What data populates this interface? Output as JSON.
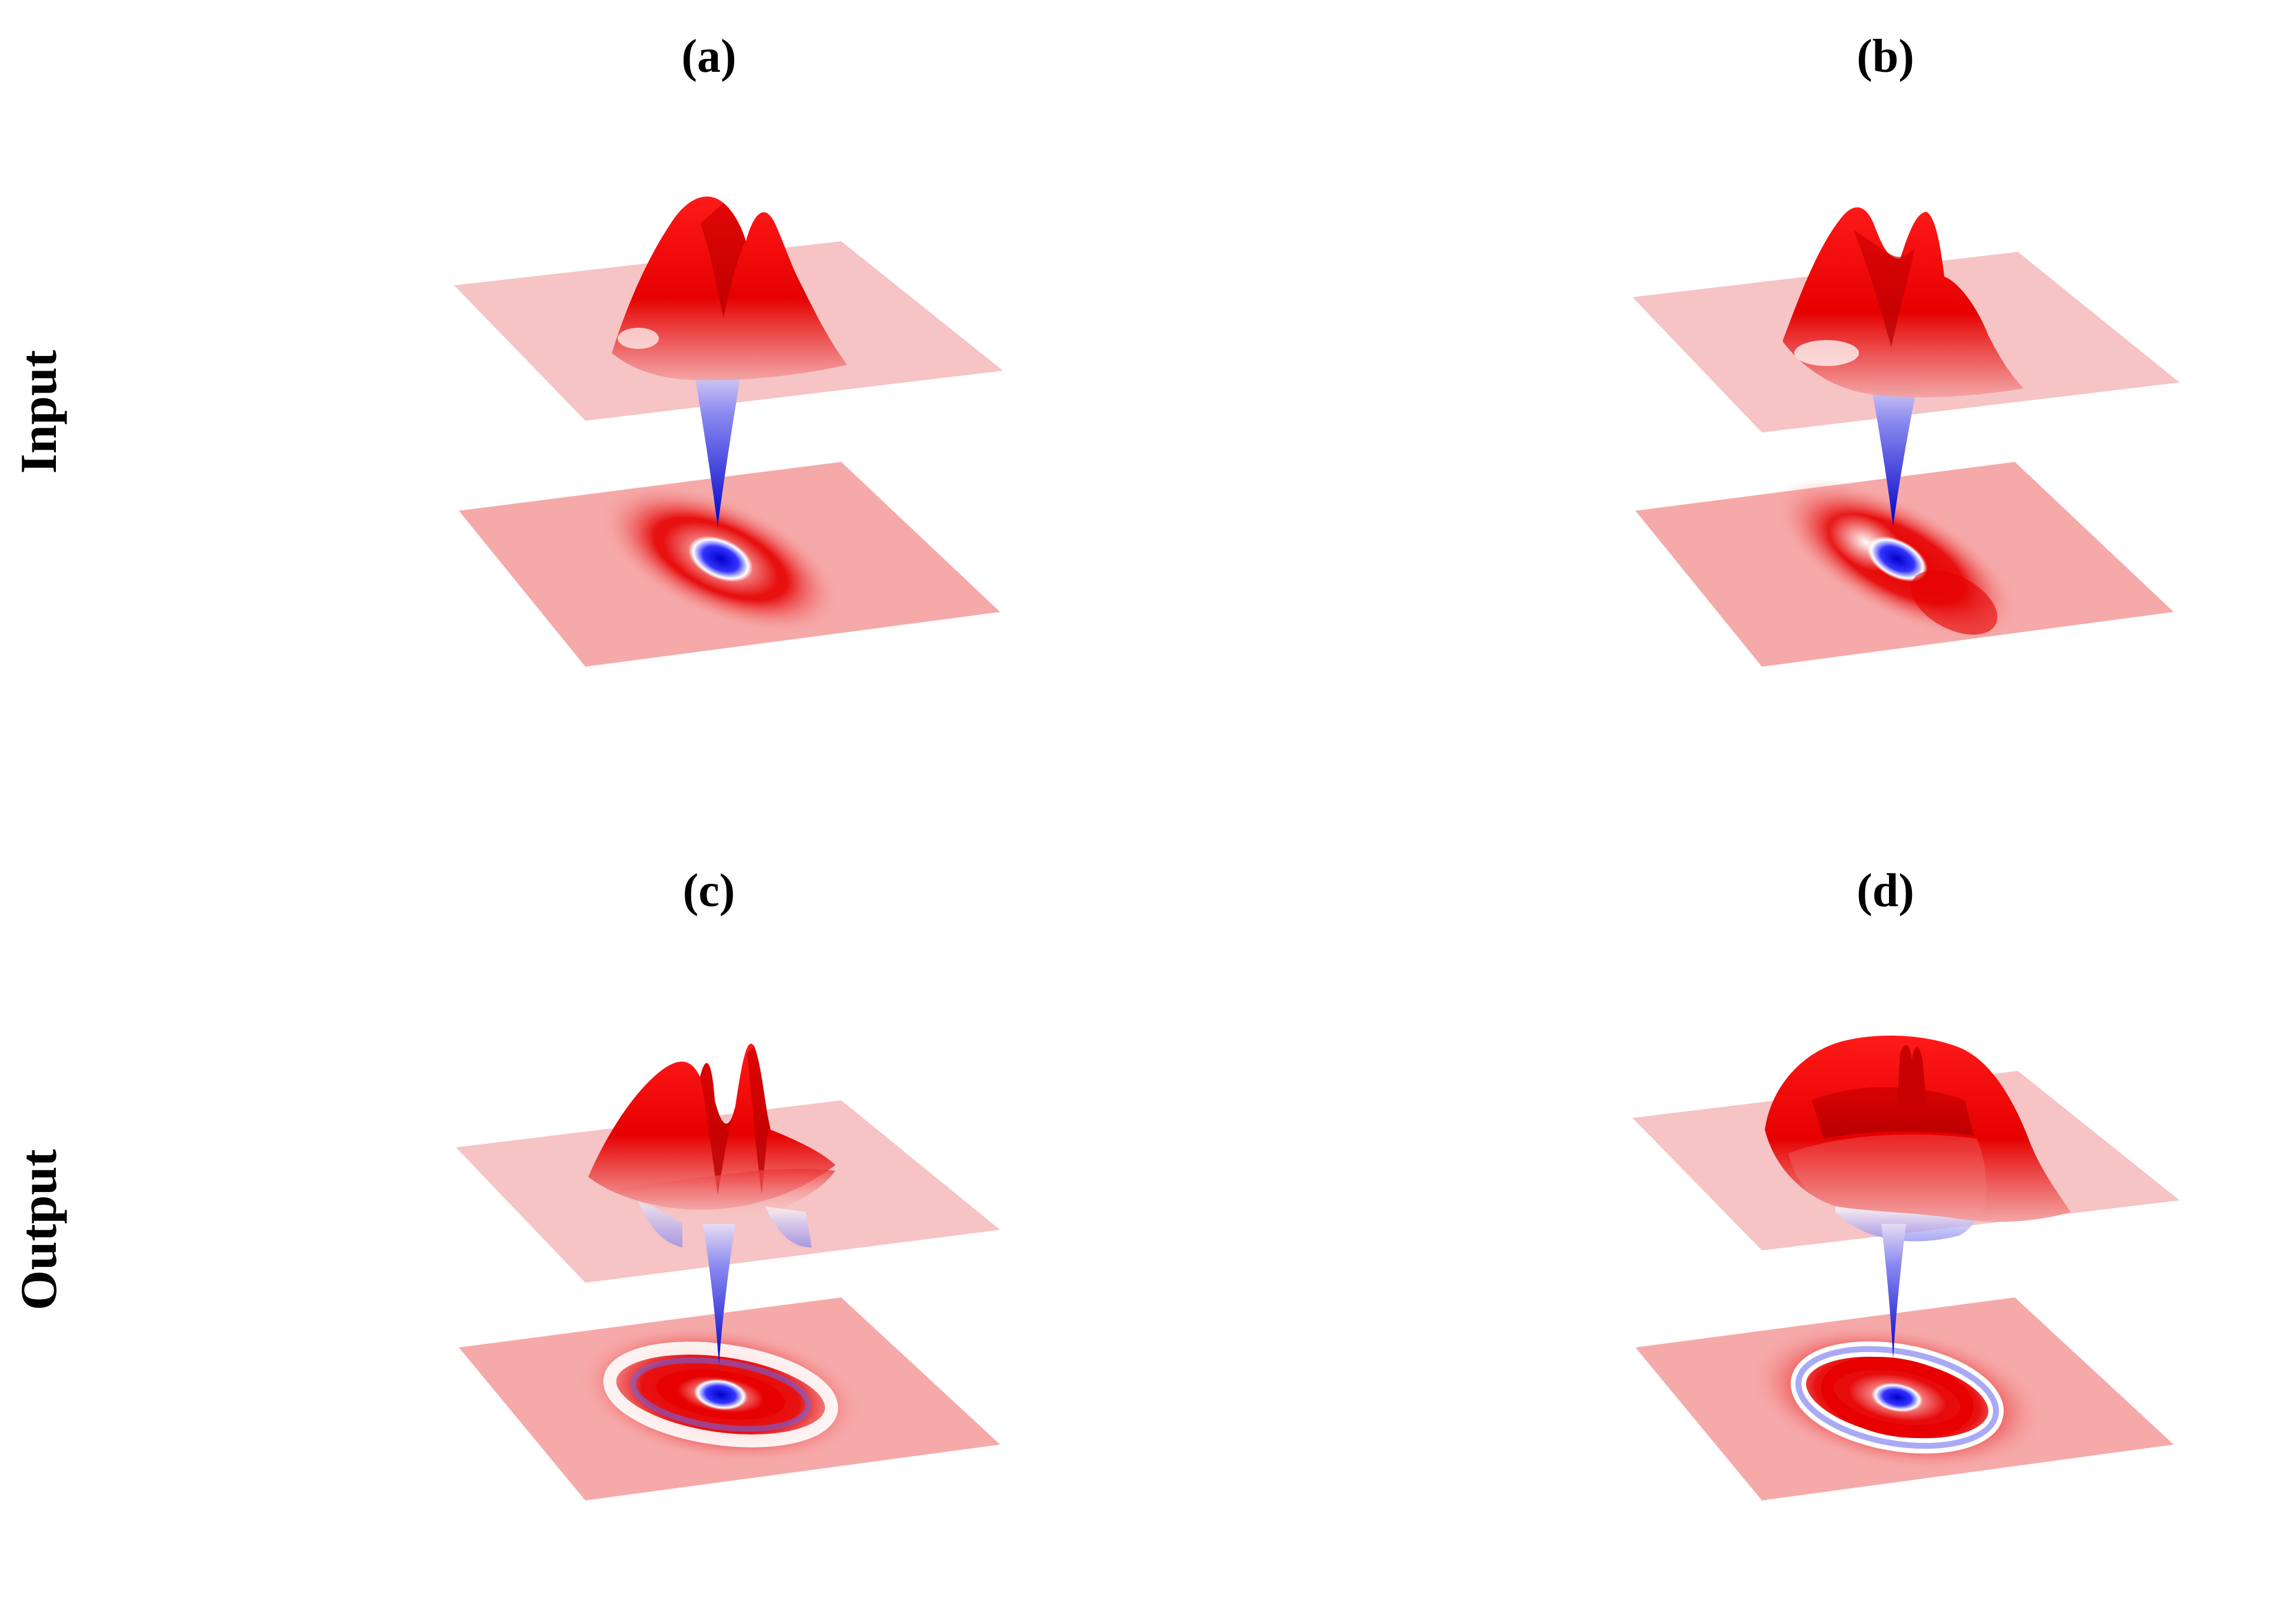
{
  "figure": {
    "row_labels": [
      "Input",
      "Output"
    ],
    "panels": [
      {
        "id": "a",
        "label": "(a)",
        "row": "Input",
        "variant": "two-lobe"
      },
      {
        "id": "b",
        "label": "(b)",
        "row": "Input",
        "variant": "asymmetric-two-lobe"
      },
      {
        "id": "c",
        "label": "(c)",
        "row": "Output",
        "variant": "fringed"
      },
      {
        "id": "d",
        "label": "(d)",
        "row": "Output",
        "variant": "ring"
      }
    ],
    "colors": {
      "positive": "#e60000",
      "negative": "#0000d0",
      "zero": "#ffffff",
      "plane": "#f6c4c4",
      "contour_plane": "#f6a9a9"
    }
  }
}
